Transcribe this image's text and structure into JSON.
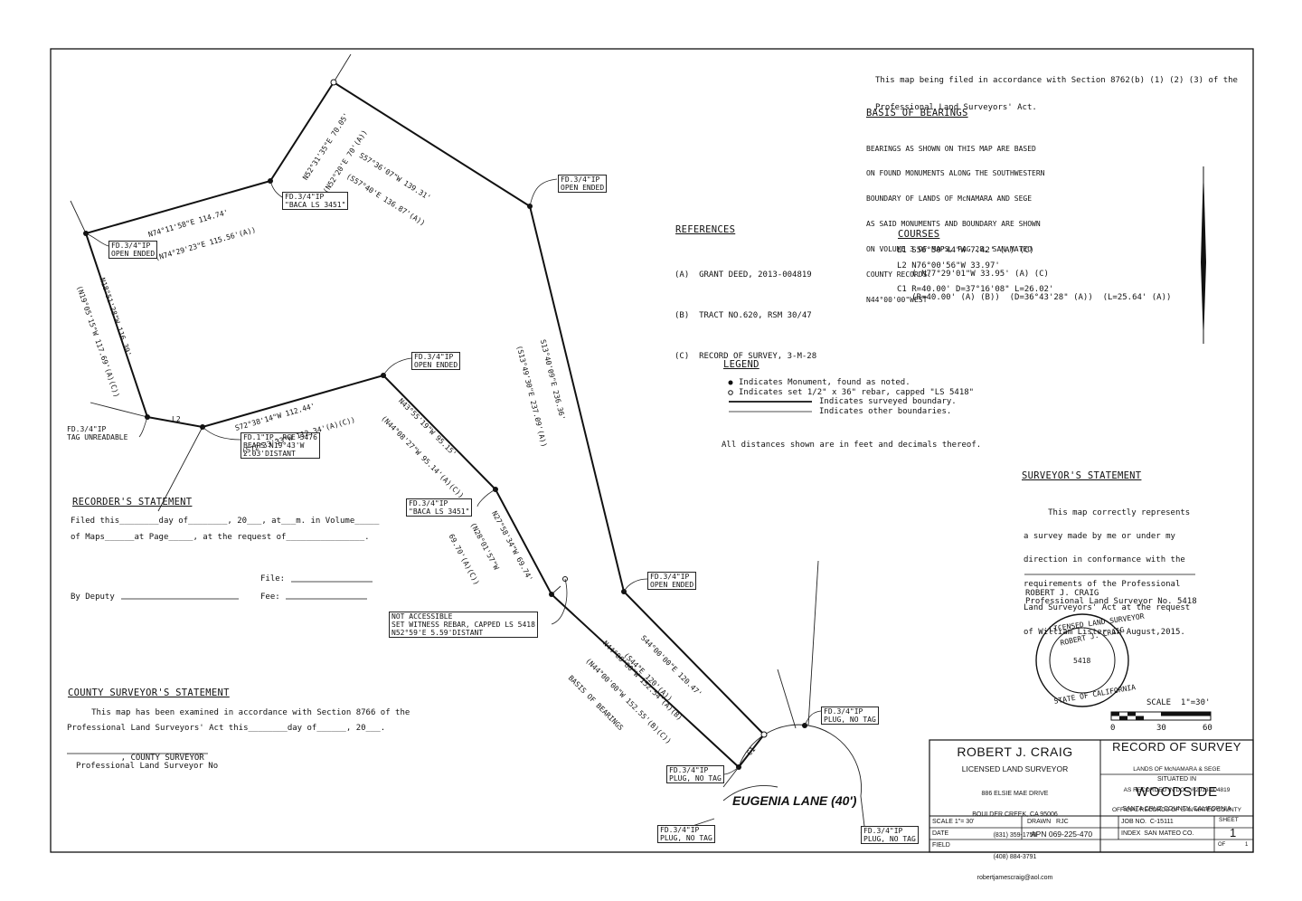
{
  "filing_note": {
    "line1": "This map being filed in accordance with Section 8762(b) (1) (2) (3) of the",
    "line2": "Professional Land Surveyors' Act."
  },
  "basis_of_bearings": {
    "title": "BASIS OF BEARINGS",
    "lines": [
      "BEARINGS AS SHOWN ON THIS MAP ARE BASED",
      "ON FOUND MONUMENTS ALONG THE SOUTHWESTERN",
      "BOUNDARY OF LANDS OF McNAMARA AND SEGE",
      "AS SAID MONUMENTS AND BOUNDARY ARE SHOWN",
      "ON VOLUME 3 OF MAPS, PAG 28, SAN MATEO",
      "COUNTY RECORDS.",
      "N44°00'00\"WEST"
    ]
  },
  "references": {
    "title": "REFERENCES",
    "items": [
      "(A)  GRANT DEED, 2013-004819",
      "(B)  TRACT NO.620, RSM 30/47",
      "(C)  RECORD OF SURVEY, 3-M-28"
    ]
  },
  "courses": {
    "title": "COURSES",
    "l1": "L1 S56°50'44\"W 7.42' (A) (C)",
    "l2a": "L2 N76°00'56\"W 33.97'",
    "l2b": "   ( N77°29'01\"W 33.95' (A) (C)",
    "c1a": "C1 R=40.00' D=37°16'08\" L=26.02'",
    "c1b": "   (R=40.00' (A) (B))  (D=36°43'28\" (A))  (L=25.64' (A))"
  },
  "legend": {
    "title": "LEGEND",
    "monument": "Indicates Monument, found as noted.",
    "rebar": "Indicates set 1/2\" x 36\" rebar, capped \"LS 5418\"",
    "surveyed": "Indicates surveyed boundary.",
    "other": "Indicates other boundaries.",
    "distances": "All distances shown are in feet and decimals thereof."
  },
  "surveyor_statement": {
    "title": "SURVEYOR'S STATEMENT",
    "lines": [
      "     This map correctly represents",
      "a survey made by me or under my",
      "direction in conformance with the",
      "requirements of the Professional",
      "Land Surveyors' Act at the request",
      "of William Lister in August,2015."
    ],
    "name": "ROBERT J. CRAIG",
    "title2": "Professional Land Surveyor No. 5418"
  },
  "seal": {
    "top": "LICENSED LAND SURVEYOR",
    "name": "ROBERT J. CRAIG",
    "number": "5418",
    "bottom": "STATE OF CALIFORNIA"
  },
  "scale": {
    "label": "SCALE  1\"=30'",
    "t0": "0",
    "t30": "30",
    "t60": "60"
  },
  "recorder": {
    "title": "RECORDER'S STATEMENT",
    "line1": "Filed this________day of________, 20___, at___m. in Volume_____",
    "line2": "of Maps______at Page_____, at the request of________________.",
    "file": "File:",
    "deputy": "By Deputy",
    "fee": "Fee:"
  },
  "county": {
    "title": "COUNTY SURVEYOR'S STATEMENT",
    "line1": "     This map has been examined in accordance with Section 8766 of the",
    "line2": "Professional Land Surveyors' Act this________day of______, 20___.",
    "sign1": "           , COUNTY SURVEYOR",
    "sign2": "Professional Land Surveyor No"
  },
  "monuments": {
    "m1": "FD.3/4\"IP\n\"BACA LS 3451\"",
    "m2": "FD.3/4\"IP\nOPEN ENDED",
    "m3": "FD.3/4\"IP\nOPEN ENDED",
    "m4": "FD.3/4\"IP\nOPEN ENDED",
    "m5": "FD.3/4\"IP\nTAG UNREADABLE",
    "m6": "FD.1\"IP, RCE 5476\nBEARS N19°43'W\n2.03'DISTANT",
    "m7": "FD.3/4\"IP\n\"BACA LS 3451\"",
    "m8": "FD.3/4\"IP\nOPEN ENDED",
    "m9": "NOT ACCESSIBLE\nSET WITNESS REBAR, CAPPED LS 5418\nN52°59'E 5.59'DISTANT",
    "m10": "FD.3/4\"IP\nPLUG, NO TAG",
    "m11": "FD.3/4\"IP\nPLUG, NO TAG",
    "m12": "FD.3/4\"IP\nPLUG, NO TAG",
    "m13": "FD.3/4\"IP\nPLUG, NO TAG"
  },
  "bearings": {
    "b1a": "S57°36'07\"W 139.31'",
    "b1b": "(S57°40'E 136.87'(A))",
    "b2a": "N52°31'35\"E 70.05'",
    "b2b": "(N52°20'E 70'(A))",
    "b3a": "N74°11'58\"E 114.74'",
    "b3b": "(N74°29'23\"E 115.56'(A))",
    "b4a": "N18°51'28\"W 116.39'",
    "b4b": "(N19°05'15\"W 117.69'(A)(C))",
    "b5a": "S72°38'14\"W 112.44'",
    "b5b": "(S72°33'33\"W 112.34'(A)(C))",
    "b6a": "S13°40'09\"E 236.36'",
    "b6b": "(S13°49'30\"E 237.09'(A))",
    "b7a": "N43°55'19\"W 95.15'",
    "b7b": "(N44°08'27\"W 95.14'(A)(C))",
    "b8a": "N27°58'34\"W 69.74'",
    "b8b": "(N28°01'57\"W",
    "b8c": "69.70'(A)(C))",
    "b9a": "S44°00'00\"E 120.47'",
    "b9b": "(S44°E 120'(A))",
    "b10a": "N44°00'00\"W 152.54'(A)(B)",
    "b10b": "(N44°00'00\"W 152.55'(B)(C))",
    "b10c": "BASIS OF BEARINGS",
    "l2": "L2",
    "c1": "C1"
  },
  "street": "EUGENIA LANE (40')",
  "title_block": {
    "firm": "ROBERT J. CRAIG",
    "licensed": "LICENSED LAND SURVEYOR",
    "addr1": "886 ELSIE MAE DRIVE",
    "addr2": "BOULDER CREEK, CA 95006",
    "phone1": "(831) 359-1750",
    "phone2": "(408) 884-3791",
    "email": "robertjamescraig@aol.com",
    "record": "RECORD OF SURVEY",
    "lands": "LANDS OF McNAMARA & SEGE",
    "recorded": "AS RECORDED IN DOC.# 2013-004819",
    "official": "OFFICIAL RECORDS OF SAN MATEO COUNTY",
    "situated": "SITUATED IN",
    "town": "WOODSIDE",
    "county": "SANTA CRUZ COUNTY, CALIFORNIA",
    "scale": "SCALE 1\"= 30'",
    "drawn": "DRAWN   RJC",
    "jobno": "JOB NO.  C-15111",
    "sheet": "SHEET",
    "sheet_no": "1",
    "of": "OF",
    "of_no": "1",
    "date": "DATE",
    "apn": "APN 069-225-470",
    "index": "INDEX  SAN MATEO CO.",
    "field": "FIELD"
  }
}
